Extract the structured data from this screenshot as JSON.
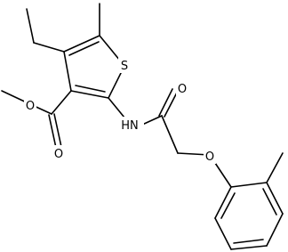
{
  "atoms": {
    "sulfur": "S",
    "nh": "HN",
    "ketone_oxygen": "O",
    "ether_oxygen": "O",
    "ester_oxygen_single": "O",
    "ester_oxygen_double": "O"
  },
  "colors": {
    "bond": "#000000",
    "text": "#000000",
    "background": "#ffffff"
  }
}
